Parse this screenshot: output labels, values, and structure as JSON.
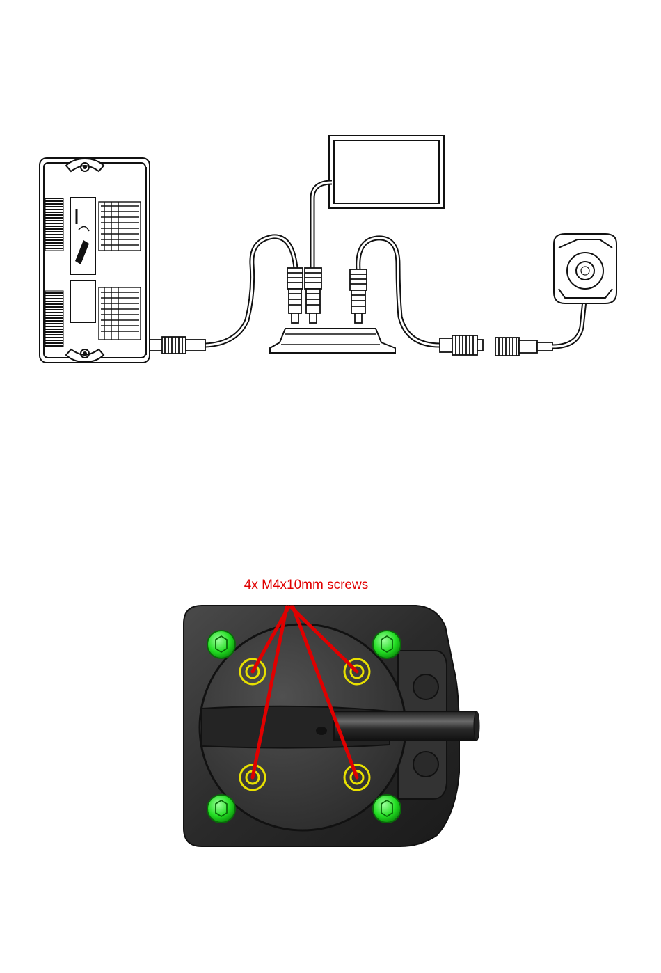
{
  "colors": {
    "line": "#111111",
    "callout": "#e00000",
    "screw_new": "#e8e000",
    "screw_existing": "#22dd22",
    "housing": "#2c2c2c"
  },
  "wiring_diagram": {
    "components": [
      "control-module",
      "display-monitor",
      "junction-box",
      "camera"
    ]
  },
  "mount_diagram": {
    "callout_label": "4x M4x10mm screws",
    "highlighted_screw_count": 4,
    "existing_screw_count": 4
  }
}
